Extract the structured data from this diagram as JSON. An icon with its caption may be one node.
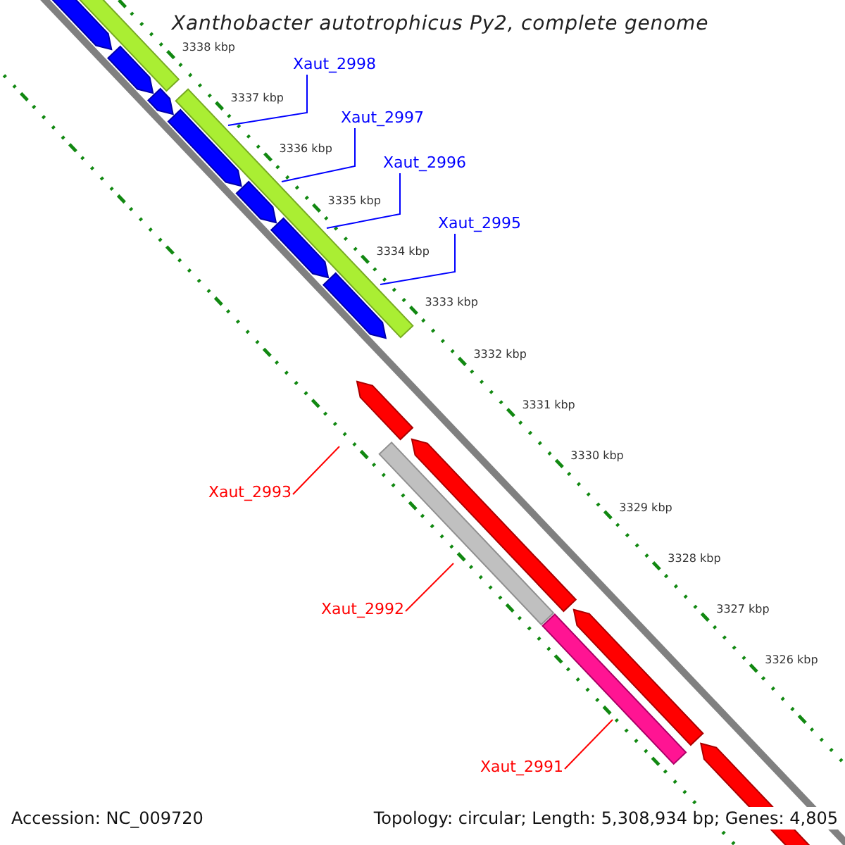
{
  "diagram": {
    "title": "Xanthobacter autotrophicus Py2, complete genome",
    "nodes": [
      {
        "text": [
          "Xaut_2998"
        ]
      },
      {
        "text": [
          "Xaut_2997"
        ]
      },
      {
        "text": [
          "Xaut_2996"
        ]
      },
      {
        "text": [
          "Xaut_2995"
        ]
      },
      {
        "text": [
          "Xaut_2993"
        ]
      },
      {
        "text": [
          "Xaut_2992"
        ]
      },
      {
        "text": [
          "Xaut_2991"
        ]
      }
    ],
    "edges": [
      {
        "from": 0,
        "to": null,
        "arrow": "none"
      },
      {
        "from": 1,
        "to": null,
        "arrow": "none"
      },
      {
        "from": 2,
        "to": null,
        "arrow": "none"
      },
      {
        "from": 3,
        "to": null,
        "arrow": "none"
      },
      {
        "from": 4,
        "to": null,
        "arrow": "none",
        "color": "#ff0000"
      },
      {
        "from": 5,
        "to": null,
        "arrow": "none",
        "color": "#ff0000"
      },
      {
        "from": 6,
        "to": null,
        "arrow": "none",
        "color": "#ff0000"
      }
    ],
    "labels": [
      "3338 kbp",
      "3337 kbp",
      "3336 kbp",
      "3335 kbp",
      "3334 kbp",
      "3333 kbp",
      "3332 kbp",
      "3331 kbp",
      "3330 kbp",
      "3329 kbp",
      "3328 kbp",
      "3327 kbp",
      "3326 kbp",
      "Accession: NC_009720",
      "Topology: circular; Length: 5,308,934 bp; Genes: 4,805"
    ]
  }
}
